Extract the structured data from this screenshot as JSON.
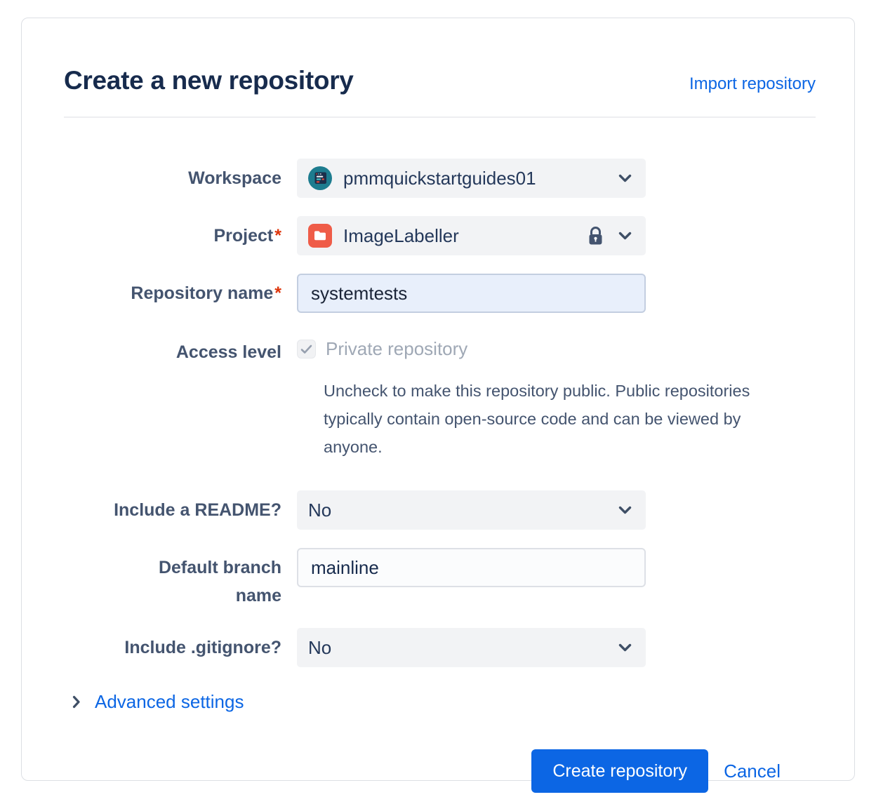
{
  "colors": {
    "accent_blue": "#0C66E4",
    "title_navy": "#172B4D",
    "label_gray": "#44546F",
    "required_red": "#DE350B",
    "workspace_avatar_teal": "#1D7C8F",
    "project_icon_red": "#EF5C48",
    "select_bg": "#F2F3F5",
    "autofill_input_bg": "#E8EFFB"
  },
  "header": {
    "title": "Create a new repository",
    "import_link": "Import repository"
  },
  "form": {
    "workspace": {
      "label": "Workspace",
      "value": "pmmquickstartguides01"
    },
    "project": {
      "label": "Project",
      "required_marker": "*",
      "value": "ImageLabeller"
    },
    "repository_name": {
      "label": "Repository name",
      "required_marker": "*",
      "value": "systemtests"
    },
    "access_level": {
      "label": "Access level",
      "checkbox_label": "Private repository",
      "checkbox_checked": true,
      "help": "Uncheck to make this repository public. Public repositories typically contain open‑source code and can be viewed by anyone."
    },
    "include_readme": {
      "label": "Include a README?",
      "value": "No"
    },
    "default_branch": {
      "label": "Default branch name",
      "value": "mainline"
    },
    "include_gitignore": {
      "label": "Include .gitignore?",
      "value": "No"
    },
    "advanced_settings_label": "Advanced settings"
  },
  "footer": {
    "create_label": "Create repository",
    "cancel_label": "Cancel"
  }
}
